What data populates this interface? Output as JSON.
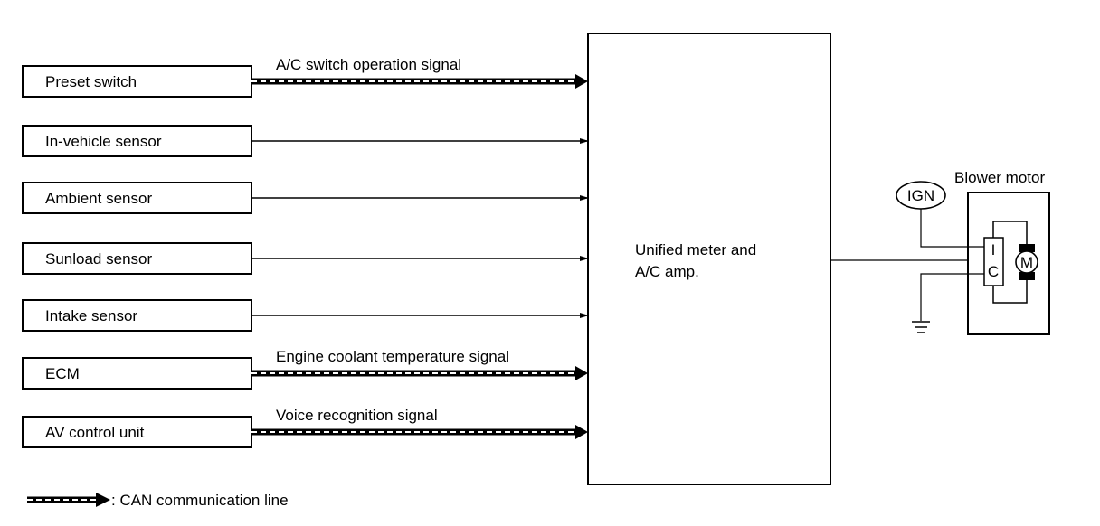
{
  "inputs": [
    {
      "label": "Preset switch",
      "signal": "A/C switch operation signal",
      "line": "can"
    },
    {
      "label": "In-vehicle sensor",
      "signal": "",
      "line": "wire"
    },
    {
      "label": "Ambient sensor",
      "signal": "",
      "line": "wire"
    },
    {
      "label": "Sunload sensor",
      "signal": "",
      "line": "wire"
    },
    {
      "label": "Intake sensor",
      "signal": "",
      "line": "wire"
    },
    {
      "label": "ECM",
      "signal": "Engine coolant temperature signal",
      "line": "can"
    },
    {
      "label": "AV control unit",
      "signal": "Voice recognition signal",
      "line": "can"
    }
  ],
  "amp": {
    "line1": "Unified meter and",
    "line2": "A/C amp."
  },
  "blower": {
    "title": "Blower motor",
    "ign": "IGN",
    "ic_top": "I",
    "ic_bottom": "C",
    "motor": "M"
  },
  "legend": {
    "text": ": CAN communication line"
  }
}
